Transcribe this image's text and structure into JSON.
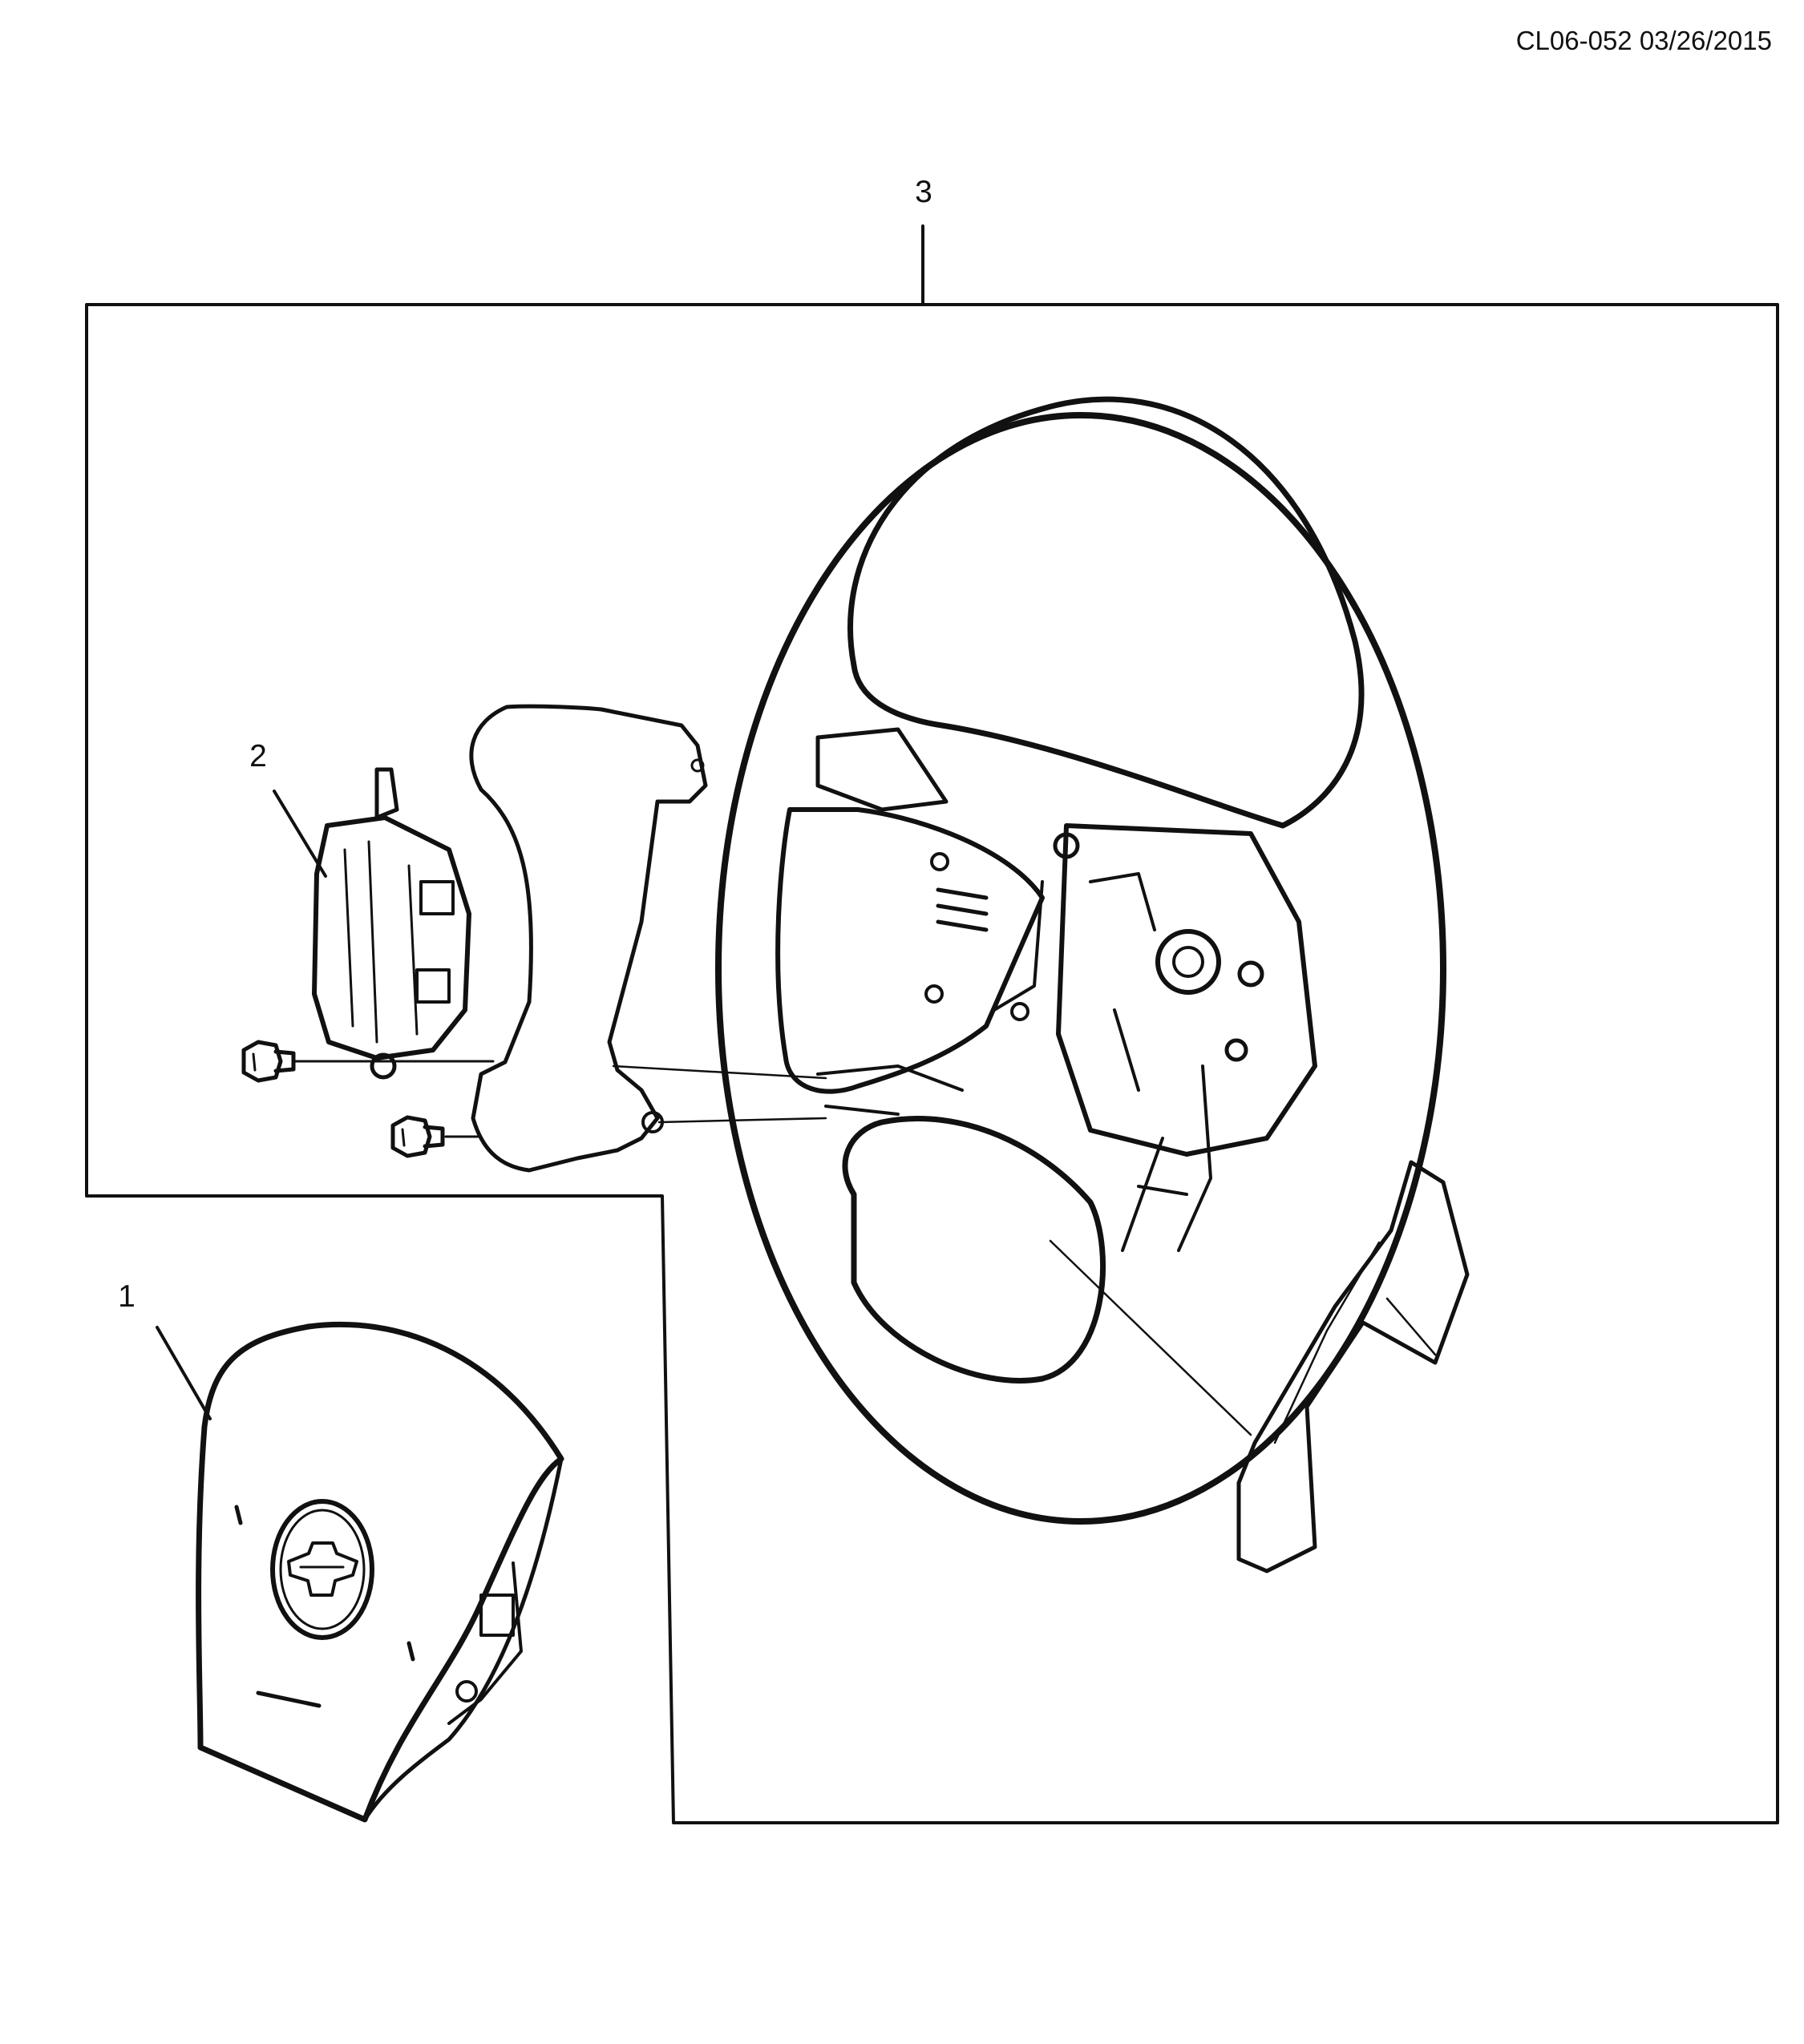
{
  "header": {
    "doc_id": "CL06-052 03/26/2015"
  },
  "callouts": [
    {
      "number": "3",
      "part": "steering-wheel-assembly"
    },
    {
      "number": "2",
      "part": "control-switch-module"
    },
    {
      "number": "1",
      "part": "airbag-module"
    }
  ],
  "colors": {
    "ink": "#111111",
    "background": "#ffffff"
  },
  "icons": [
    "screw-icon",
    "logo-emblem-icon"
  ]
}
